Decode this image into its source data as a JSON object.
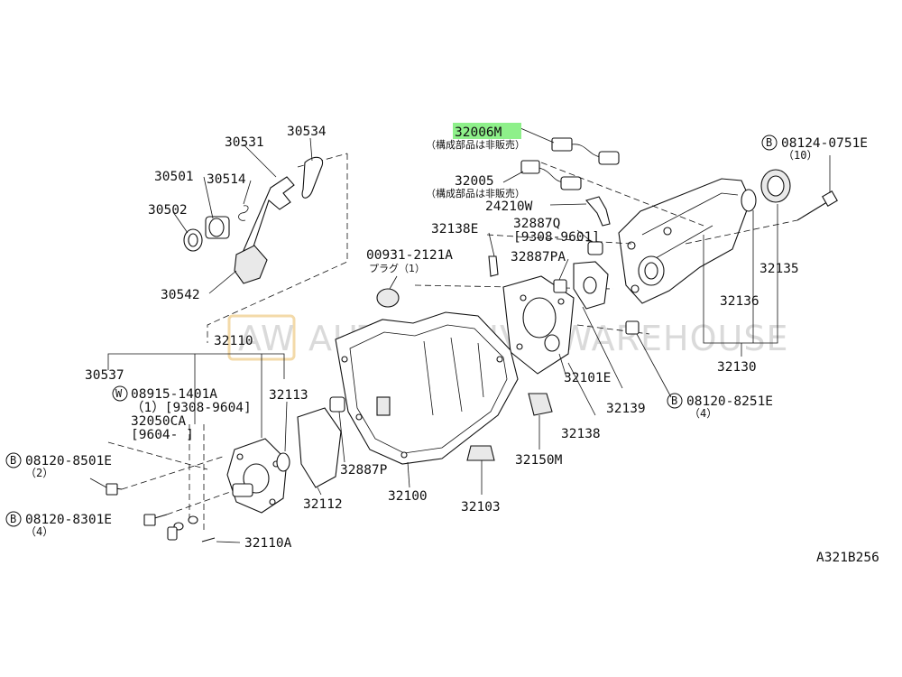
{
  "diagram_id": "A321B256",
  "watermark": {
    "logo": "AW",
    "text": "AUTOMOTIVE WAREHOUSE"
  },
  "highlight_color": "#8ef08a",
  "labels": {
    "p30531": "30531",
    "p30534": "30534",
    "p30501": "30501",
    "p30514": "30514",
    "p30502": "30502",
    "p30542": "30542",
    "p32006M": "32006M",
    "p32006M_note": "（構成部品は非販売）",
    "p32005": "32005",
    "p32005_note": "（構成部品は非販売）",
    "p24210W": "24210W",
    "p08124": "08124-0751E",
    "p08124_qty": "（10）",
    "p32138E": "32138E",
    "p32887Q": "32887Q",
    "p32887Q_date": "[9308-9601]",
    "p00931": "00931-2121A",
    "p00931_note": "プラグ（1）",
    "p32887PA": "32887PA",
    "p32135": "32135",
    "p32136": "32136",
    "p32130": "32130",
    "p32110": "32110",
    "p30537": "30537",
    "p08915": "08915-1401A",
    "p08915_qty": "（1）[9308-9604]",
    "p32050CA": "32050CA",
    "p32050CA_date": "[9604-      ]",
    "p32113": "32113",
    "p32101E": "32101E",
    "p32139": "32139",
    "p08120_8251": "08120-8251E",
    "p08120_8251_qty": "（4）",
    "p08120_8501": "08120-8501E",
    "p08120_8501_qty": "（2）",
    "p08120_8301": "08120-8301E",
    "p08120_8301_qty": "（4）",
    "p32887P": "32887P",
    "p32112": "32112",
    "p32100": "32100",
    "p32103": "32103",
    "p32138": "32138",
    "p32150M": "32150M",
    "p32110A": "32110A"
  },
  "symbols": {
    "bolt_b": "B",
    "washer_w": "W"
  }
}
